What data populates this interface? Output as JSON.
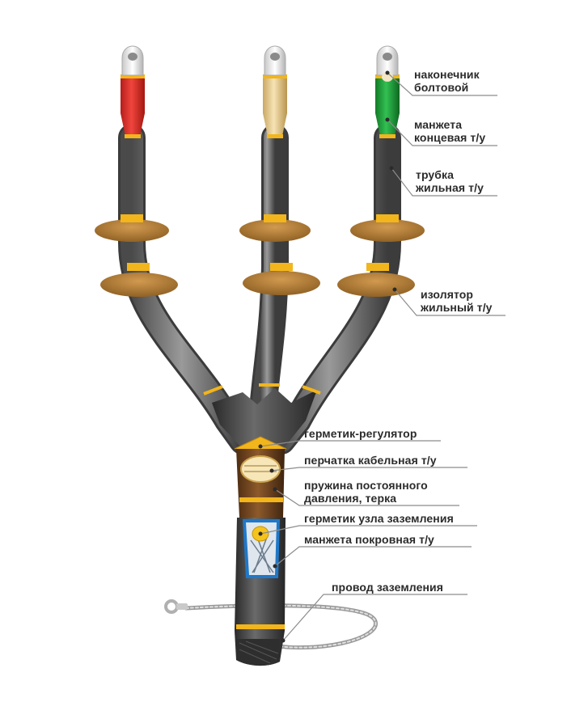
{
  "diagram": {
    "phase_colors": {
      "left": "#e52a24",
      "middle": "#eccf8e",
      "right": "#1fa03a"
    },
    "insulator_color": "#b7813a",
    "tube_color": "#6f6f6f",
    "body_color": "#3f3f3f",
    "glove_color": "#7a4a22",
    "band_color": "#f2b51b",
    "leader_color": "#8c8c8c"
  },
  "labels": {
    "bolt_lug": "наконечник\nболтовой",
    "end_cuff": "манжета\nконцевая т/у",
    "core_tube": "трубка\nжильная т/у",
    "core_insulator": "изолятор\nжильный т/у",
    "sealant_regulator": "герметик-регулятор",
    "cable_glove": "перчатка кабельная т/у",
    "constant_pressure_spring": "пружина постоянного\nдавления, терка",
    "grounding_sealant": "герметик узла заземления",
    "cover_cuff": "манжета покровная т/у",
    "grounding_wire": "провод заземления"
  }
}
